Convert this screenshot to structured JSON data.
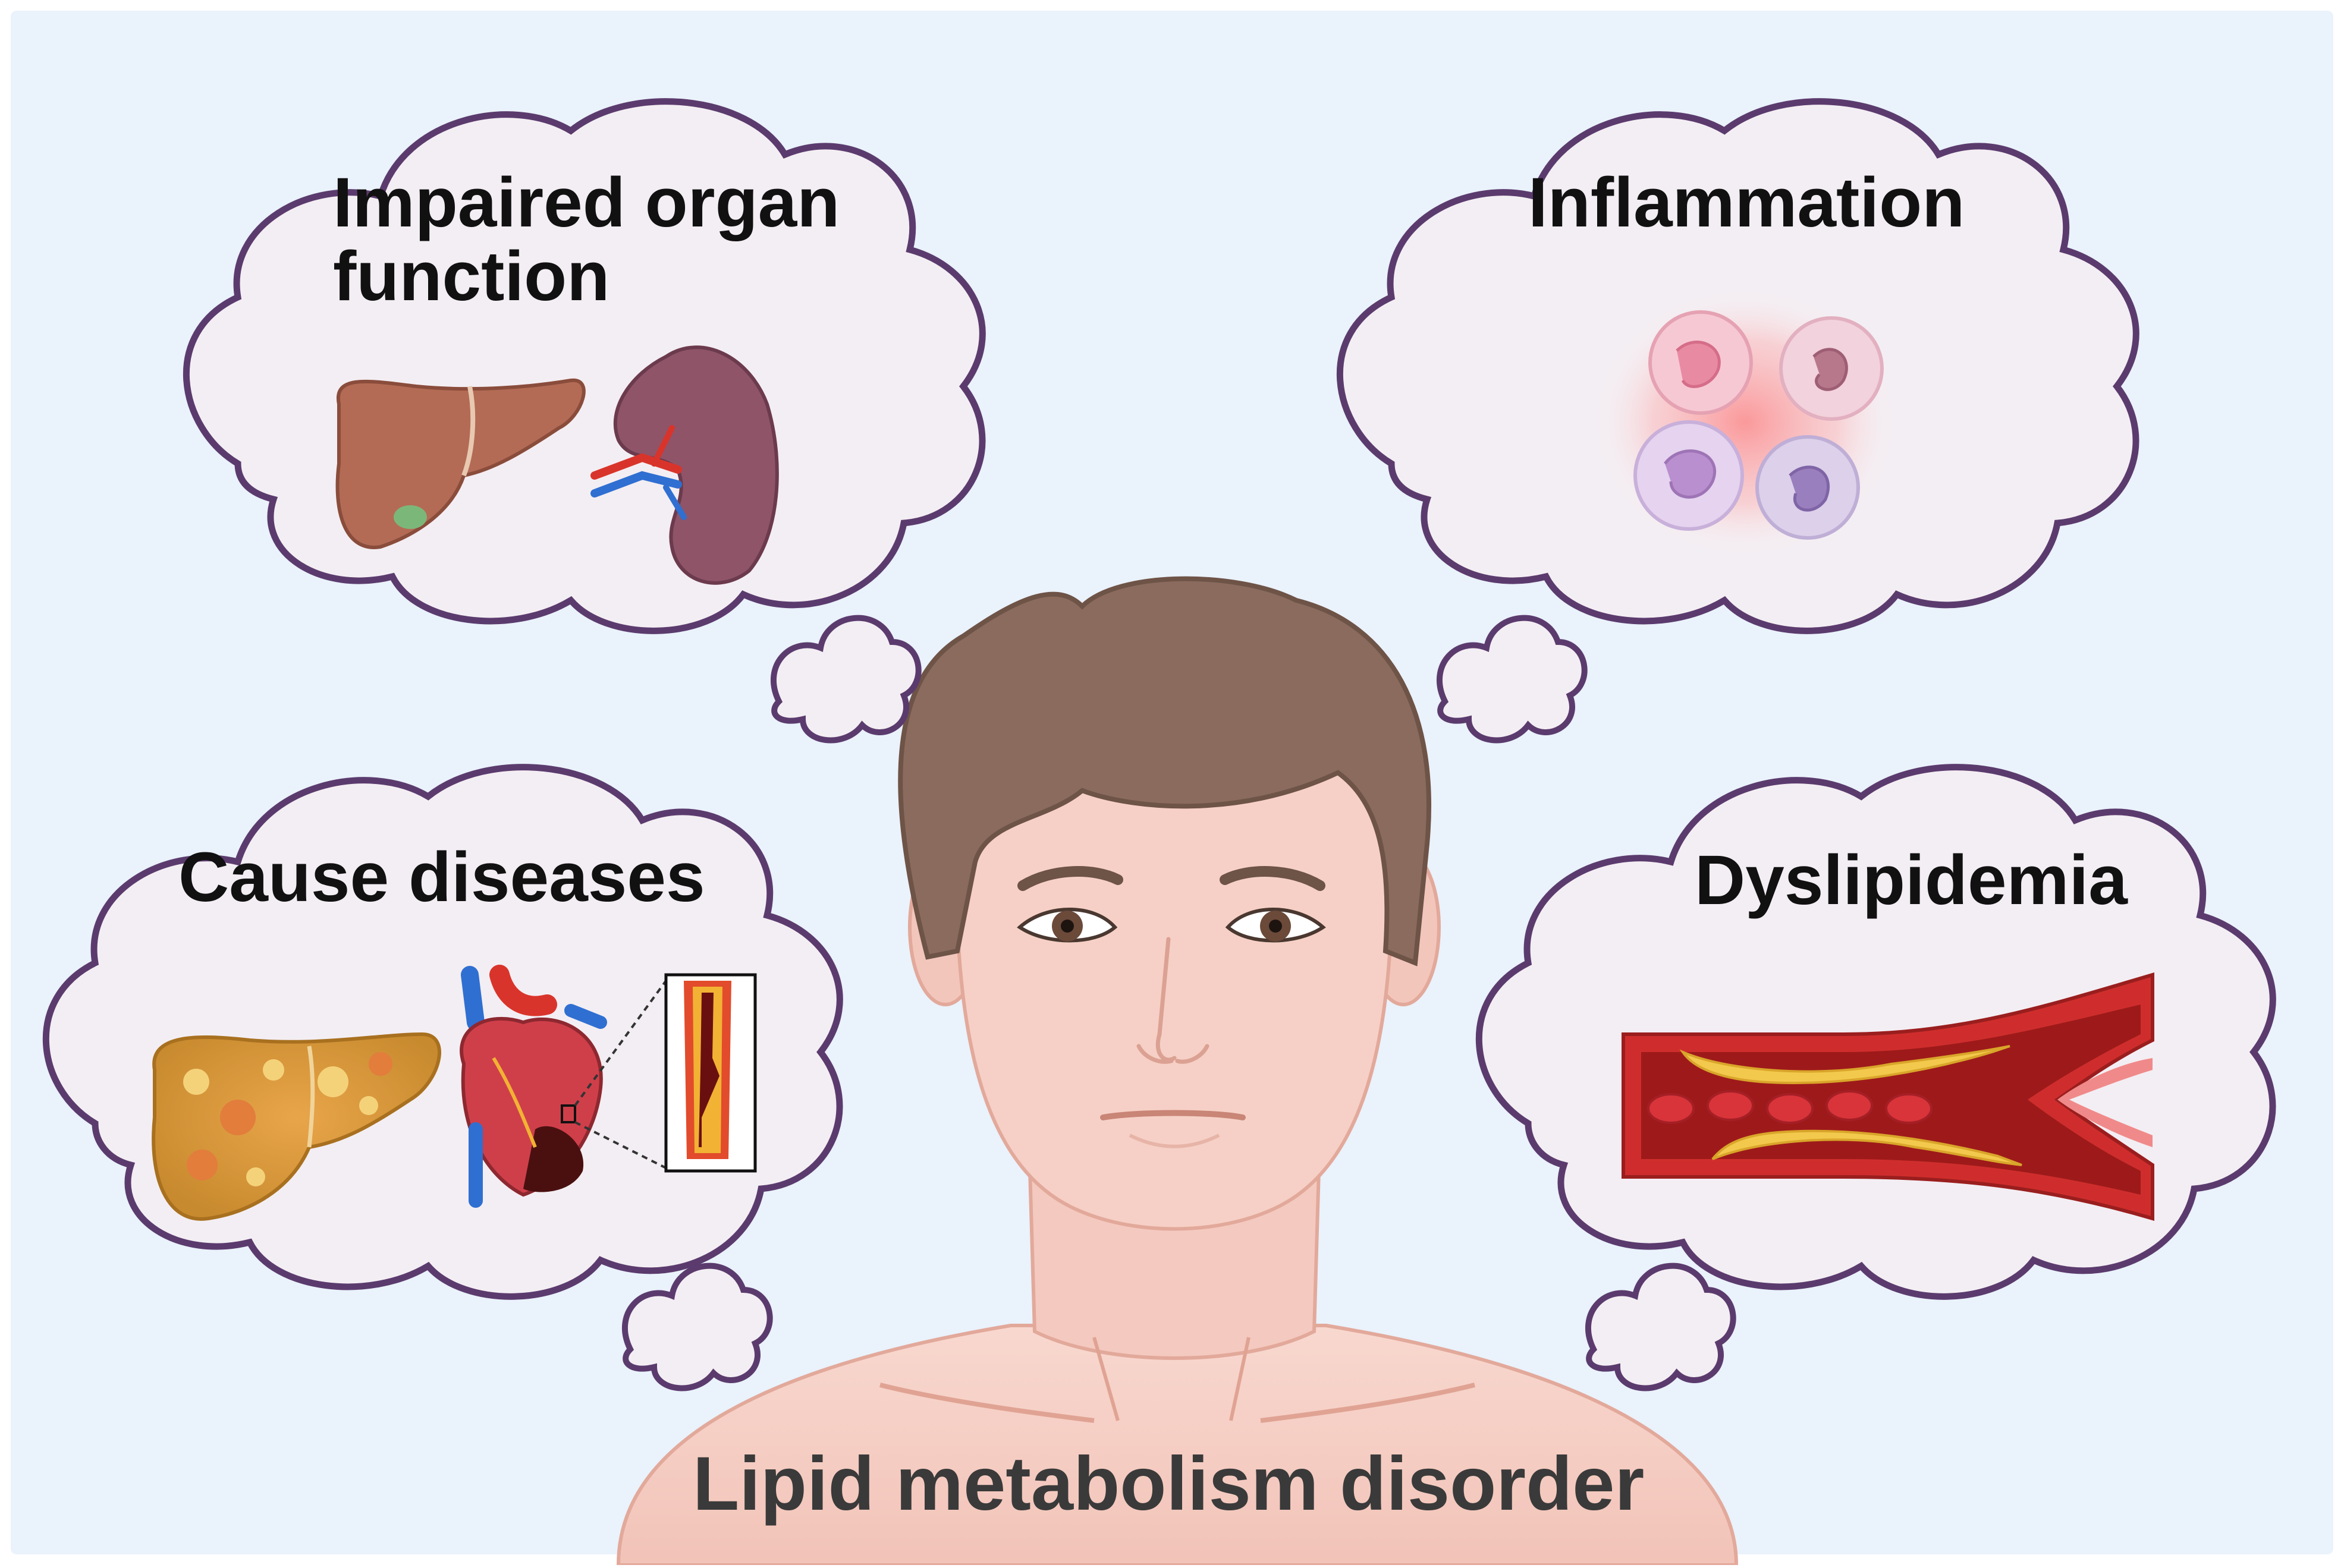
{
  "title": "Lipid metabolism disorder",
  "clouds": {
    "impaired": {
      "line1": "Impaired organ",
      "line2": "function",
      "icons": [
        "liver-icon",
        "kidney-icon"
      ]
    },
    "inflammation": {
      "label": "Inflammation",
      "icons": [
        "white-blood-cell-icon"
      ]
    },
    "cause": {
      "label": "Cause diseases",
      "icons": [
        "fatty-liver-icon",
        "heart-icon",
        "blocked-artery-icon"
      ]
    },
    "dyslipidemia": {
      "label": "Dyslipidemia",
      "icons": [
        "plaque-artery-icon"
      ]
    }
  },
  "colors": {
    "background": "#eaf2fb",
    "cloud_fill": "#f3eef3",
    "cloud_stroke": "#5b3b6e",
    "skin": "#f6cfc5",
    "hair": "#8a6b5d",
    "liver": "#b36b55",
    "kidney": "#8f5468",
    "artery_wall": "#cf2d2d",
    "blood": "#9e1a1a",
    "plaque": "#f2c94c"
  }
}
